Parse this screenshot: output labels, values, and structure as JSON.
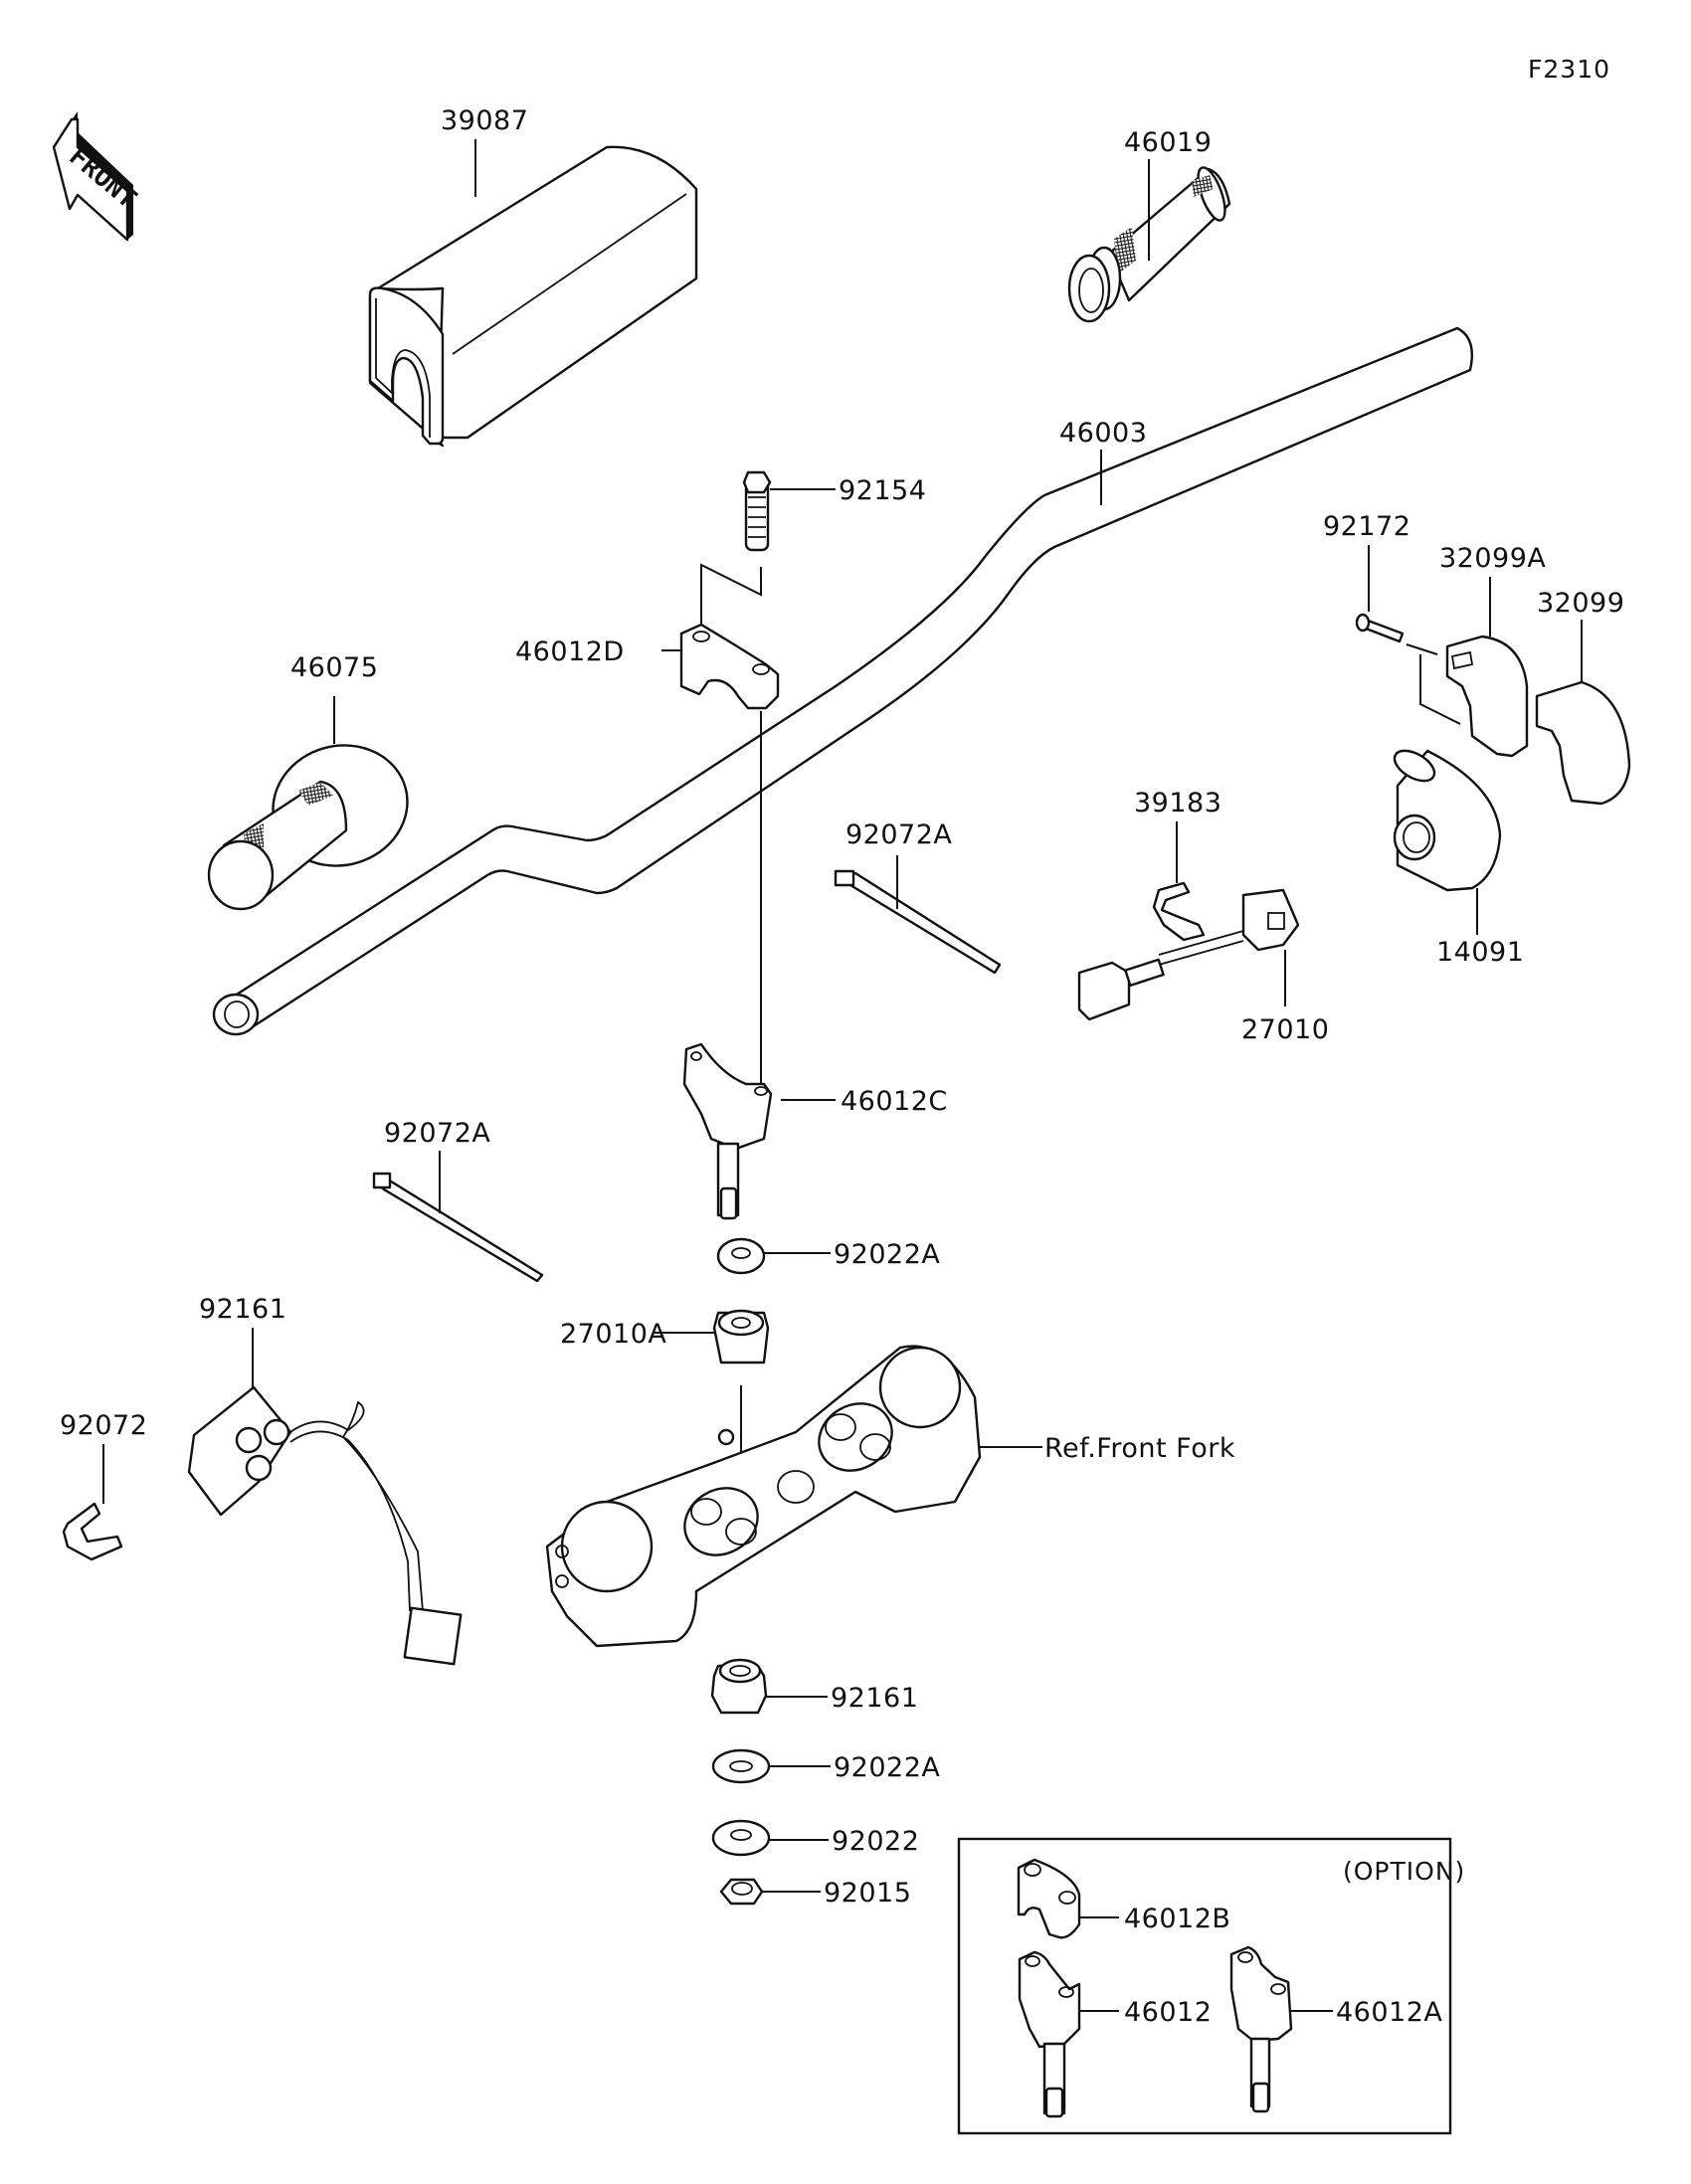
{
  "diagram": {
    "figure_code": "F2310",
    "front_indicator": "FRONT",
    "option_box_label": "(OPTION)",
    "parts": [
      {
        "id": "39087",
        "label": "39087",
        "desc": "handlebar pad"
      },
      {
        "id": "46019",
        "label": "46019",
        "desc": "right grip with throttle sleeve"
      },
      {
        "id": "46003",
        "label": "46003",
        "desc": "handlebar"
      },
      {
        "id": "92154",
        "label": "92154",
        "desc": "bolt"
      },
      {
        "id": "46012D",
        "label": "46012D",
        "desc": "upper holder clamp"
      },
      {
        "id": "46075",
        "label": "46075",
        "desc": "left grip"
      },
      {
        "id": "92172",
        "label": "92172",
        "desc": "screw"
      },
      {
        "id": "32099A",
        "label": "32099A",
        "desc": "throttle case half"
      },
      {
        "id": "32099",
        "label": "32099",
        "desc": "throttle case cover"
      },
      {
        "id": "14091",
        "label": "14091",
        "desc": "cover"
      },
      {
        "id": "39183",
        "label": "39183",
        "desc": "clamp"
      },
      {
        "id": "92072A-upper",
        "label": "92072A",
        "desc": "cable tie"
      },
      {
        "id": "27010",
        "label": "27010",
        "desc": "switch"
      },
      {
        "id": "46012C",
        "label": "46012C",
        "desc": "lower holder"
      },
      {
        "id": "92072A-lower",
        "label": "92072A",
        "desc": "cable tie"
      },
      {
        "id": "92022A-upper",
        "label": "92022A",
        "desc": "washer"
      },
      {
        "id": "27010A",
        "label": "27010A",
        "desc": "switch assembly"
      },
      {
        "id": "92161-upper",
        "label": "92161",
        "desc": "damper"
      },
      {
        "id": "92072",
        "label": "92072",
        "desc": "band"
      },
      {
        "id": "ref-front-fork",
        "label": "Ref.Front Fork",
        "desc": "upper triple clamp reference"
      },
      {
        "id": "92161-lower",
        "label": "92161",
        "desc": "damper"
      },
      {
        "id": "92022A-lower",
        "label": "92022A",
        "desc": "washer"
      },
      {
        "id": "92022",
        "label": "92022",
        "desc": "washer"
      },
      {
        "id": "92015",
        "label": "92015",
        "desc": "nut"
      }
    ],
    "option_parts": [
      {
        "id": "46012B",
        "label": "46012B"
      },
      {
        "id": "46012",
        "label": "46012"
      },
      {
        "id": "46012A",
        "label": "46012A"
      }
    ]
  }
}
